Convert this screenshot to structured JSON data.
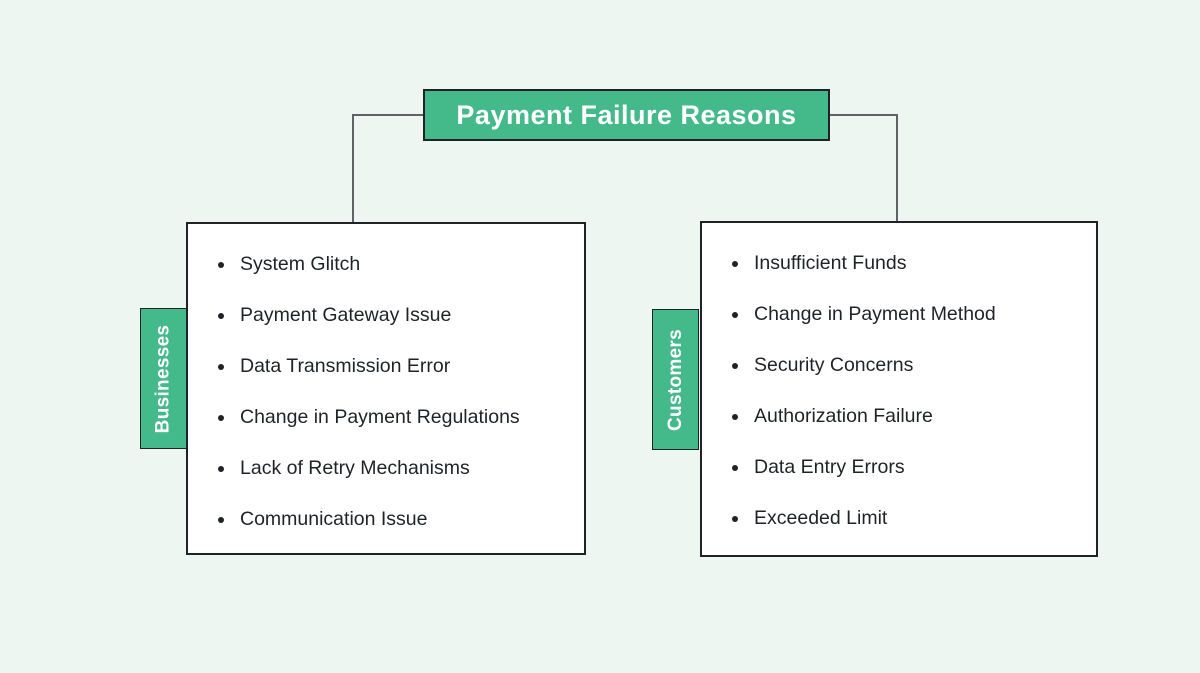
{
  "title": {
    "label": "Payment Failure Reasons"
  },
  "branches": [
    {
      "label": "Businesses",
      "items": [
        "System Glitch",
        "Payment Gateway Issue",
        "Data Transmission Error",
        "Change in Payment Regulations",
        "Lack of Retry Mechanisms",
        "Communication Issue"
      ]
    },
    {
      "label": "Customers",
      "items": [
        "Insufficient Funds",
        "Change in Payment Method",
        "Security Concerns",
        "Authorization Failure",
        "Data Entry Errors",
        "Exceeded Limit"
      ]
    }
  ],
  "colors": {
    "accent": "#44b98a",
    "background": "#edf6f1",
    "connector": "#5f6368",
    "border": "#1f2328",
    "text": "#1f2328",
    "title_text": "#ffffff"
  }
}
